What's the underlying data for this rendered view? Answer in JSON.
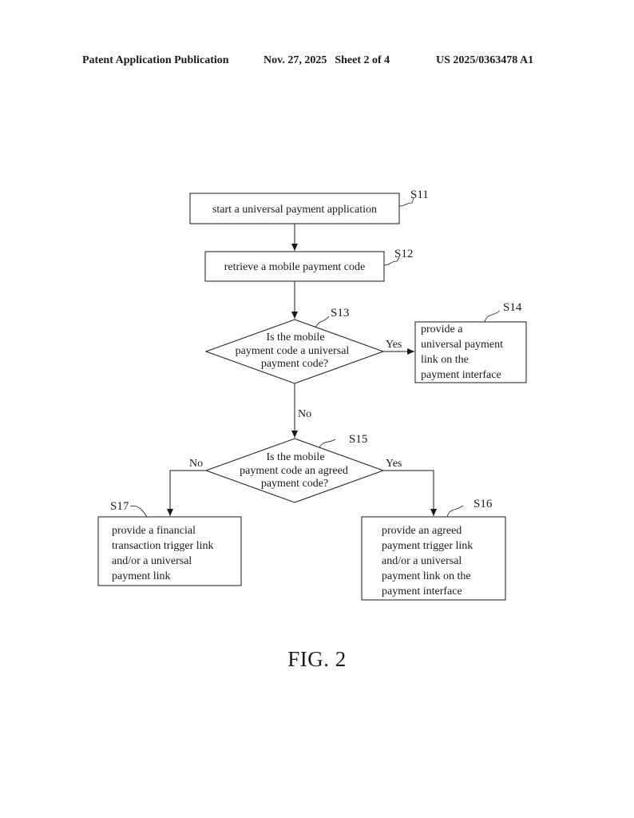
{
  "header": {
    "publication": "Patent Application Publication",
    "date": "Nov. 27, 2025",
    "sheet": "Sheet 2 of 4",
    "number": "US 2025/0363478 A1"
  },
  "flowchart": {
    "s11": {
      "ref": "S11",
      "lines": [
        "start a universal payment application"
      ]
    },
    "s12": {
      "ref": "S12",
      "lines": [
        "retrieve a mobile payment code"
      ]
    },
    "s13": {
      "ref": "S13",
      "lines": [
        "Is the mobile",
        "payment code a universal",
        "payment code?"
      ]
    },
    "s14": {
      "ref": "S14",
      "lines": [
        "provide a",
        "universal payment",
        "link on the",
        "payment interface"
      ]
    },
    "s15": {
      "ref": "S15",
      "lines": [
        "Is the mobile",
        "payment code an agreed",
        "payment code?"
      ]
    },
    "s16": {
      "ref": "S16",
      "lines": [
        "provide an agreed",
        "payment trigger link",
        "and/or a universal",
        "payment link on the",
        "payment interface"
      ]
    },
    "s17": {
      "ref": "S17",
      "lines": [
        "provide a financial",
        "transaction trigger link",
        "and/or a universal",
        "payment link"
      ]
    },
    "labels": {
      "s13_yes": "Yes",
      "s13_no": "No",
      "s15_yes": "Yes",
      "s15_no": "No"
    }
  },
  "caption": "FIG. 2"
}
